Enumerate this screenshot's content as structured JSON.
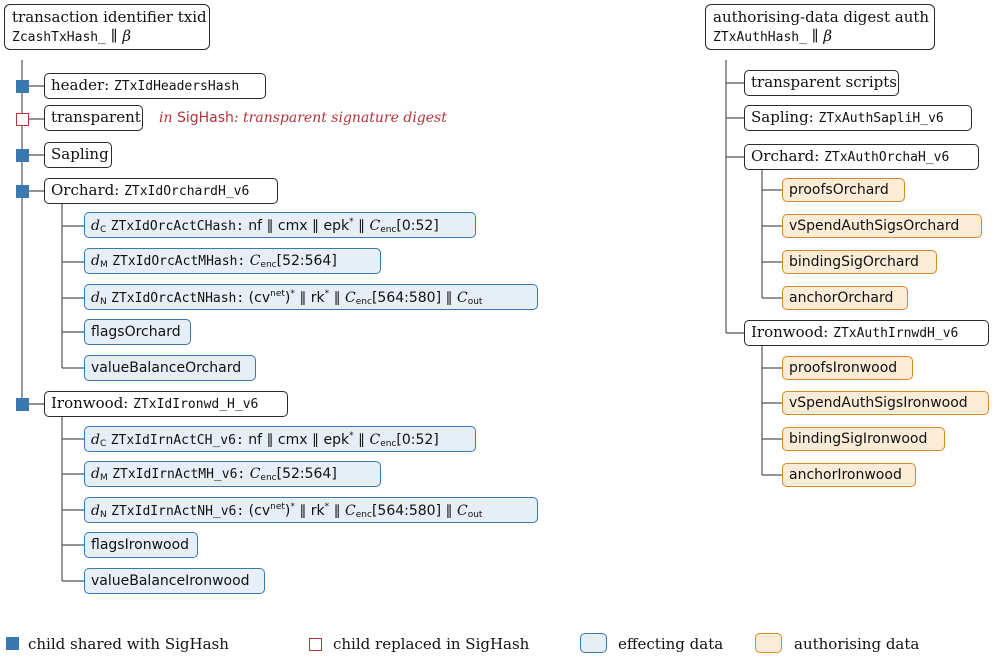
{
  "left_root": {
    "line1": "transaction identifier txid",
    "line2_mono": "ZcashTxHash_",
    "line2_sep": " ∥ ",
    "line2_beta": "β"
  },
  "right_root": {
    "line1": "authorising-data digest auth",
    "line2_mono": "ZTxAuthHash_",
    "line2_sep": " ∥ ",
    "line2_beta": "β"
  },
  "colors": {
    "shared": "#3a78b0",
    "replaced": "#b8333b",
    "effecting_fill": "#e6eef7",
    "authorising_fill": "#fbecd8"
  },
  "left": {
    "header": {
      "label": "header: ",
      "mono": "ZTxIdHeadersHash"
    },
    "transparent": {
      "label": "transparent",
      "note_in": "in ",
      "note_sighash": "SigHash",
      "note_rest": ": transparent signature digest"
    },
    "sapling": {
      "label": "Sapling"
    },
    "orchard": {
      "label": "Orchard: ",
      "mono": "ZTxIdOrchardH_v6",
      "c": {
        "d": "d",
        "dsub": "C",
        "name": "ZTxIdOrcActCHash:",
        "expr_a": " nf ∥ cmx ∥ epk",
        "star": "*",
        "expr_b": " ∥ ",
        "C": "C",
        "enc": "enc",
        "range": "[0:52]"
      },
      "m": {
        "d": "d",
        "dsub": "M",
        "name": "ZTxIdOrcActMHash:",
        "C": "C",
        "enc": "enc",
        "range": "[52:564]"
      },
      "n": {
        "d": "d",
        "dsub": "N",
        "name": "ZTxIdOrcActNHash:",
        "cv": " (cv",
        "net": "net",
        "cv_close": ")",
        "star": "*",
        "rk": " ∥ rk",
        "star2": "*",
        "sep": " ∥ ",
        "C": "C",
        "enc": "enc",
        "range": "[564:580]",
        "sep2": " ∥ ",
        "C2": "C",
        "out": "out"
      },
      "flags": "flagsOrchard",
      "value": "valueBalanceOrchard"
    },
    "ironwood": {
      "label": "Ironwood: ",
      "mono": "ZTxIdIronwd_H_v6",
      "c": {
        "d": "d",
        "dsub": "C",
        "name": "ZTxIdIrnActCH_v6:",
        "expr_a": " nf ∥ cmx ∥ epk",
        "star": "*",
        "expr_b": " ∥ ",
        "C": "C",
        "enc": "enc",
        "range": "[0:52]"
      },
      "m": {
        "d": "d",
        "dsub": "M",
        "name": "ZTxIdIrnActMH_v6:",
        "C": "C",
        "enc": "enc",
        "range": "[52:564]"
      },
      "n": {
        "d": "d",
        "dsub": "N",
        "name": "ZTxIdIrnActNH_v6:",
        "cv": " (cv",
        "net": "net",
        "cv_close": ")",
        "star": "*",
        "rk": " ∥ rk",
        "star2": "*",
        "sep": " ∥ ",
        "C": "C",
        "enc": "enc",
        "range": "[564:580]",
        "sep2": " ∥ ",
        "C2": "C",
        "out": "out"
      },
      "flags": "flagsIronwood",
      "value": "valueBalanceIronwood"
    }
  },
  "right": {
    "transparent": "transparent scripts",
    "sapling": {
      "label": "Sapling: ",
      "mono": "ZTxAuthSapliH_v6"
    },
    "orchard": {
      "label": "Orchard: ",
      "mono": "ZTxAuthOrchaH_v6",
      "items": [
        "proofsOrchard",
        "vSpendAuthSigsOrchard",
        "bindingSigOrchard",
        "anchorOrchard"
      ]
    },
    "ironwood": {
      "label": "Ironwood: ",
      "mono": "ZTxAuthIrnwdH_v6",
      "items": [
        "proofsIronwood",
        "vSpendAuthSigsIronwood",
        "bindingSigIronwood",
        "anchorIronwood"
      ]
    }
  },
  "legend": {
    "shared": "child shared with SigHash",
    "replaced": "child replaced in SigHash",
    "effecting": "effecting data",
    "authorising": "authorising data"
  }
}
